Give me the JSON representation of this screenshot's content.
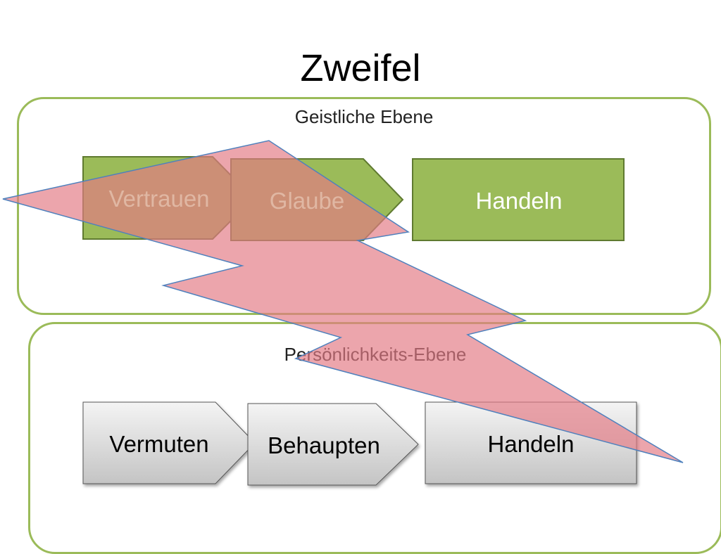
{
  "title": "Zweifel",
  "spiritual_level": {
    "label": "Geistliche Ebene",
    "steps": [
      "Vertrauen",
      "Glaube",
      "Handeln"
    ]
  },
  "personality_level": {
    "label": "Persönlichkeits-Ebene",
    "steps": [
      "Vermuten",
      "Behaupten",
      "Handeln"
    ]
  },
  "colors": {
    "panel_border": "#9bbb59",
    "green_shape": "#9bbb59",
    "green_border": "#5f7a30",
    "brown_overlay": "#a86d3c",
    "lightning_fill": "#e58a8f",
    "lightning_stroke": "#4f81bd"
  }
}
